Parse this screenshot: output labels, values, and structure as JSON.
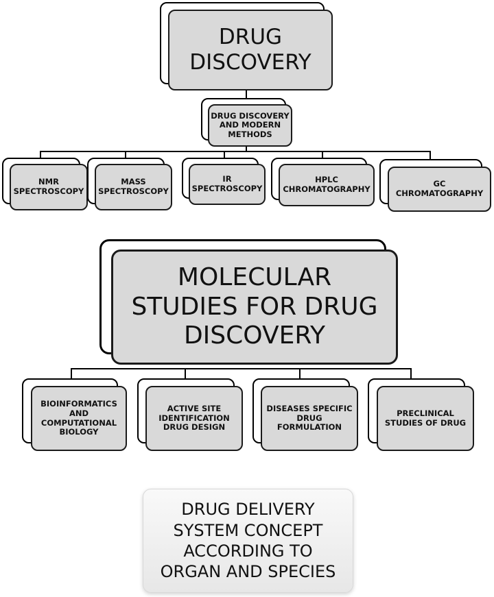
{
  "nodes": {
    "drug_discovery": "DRUG\nDISCOVERY",
    "modern_methods": "DRUG DISCOVERY\nAND MODERN\nMETHODS",
    "nmr": "NMR\nSPECTROSCOPY",
    "mass": "MASS\nSPECTROSCOPY",
    "ir": "IR\nSPECTROSCOPY",
    "hplc": "HPLC\nCHROMATOGRAPHY",
    "gc": "GC CHROMATOGRAPHY",
    "molecular": "MOLECULAR\nSTUDIES FOR DRUG\nDISCOVERY",
    "bioinformatics": "BIOINFORMATICS\nAND\nCOMPUTATIONAL\nBIOLOGY",
    "active_site": "ACTIVE SITE\nIDENTIFICATION\nDRUG DESIGN",
    "diseases": "DISEASES SPECIFIC\nDRUG\nFORMULATION",
    "preclinical": "PRECLINICAL\nSTUDIES OF DRUG",
    "delivery": "DRUG DELIVERY\nSYSTEM CONCEPT\nACCORDING TO\nORGAN AND SPECIES"
  },
  "edges": [
    [
      "drug_discovery",
      "modern_methods"
    ],
    [
      "modern_methods",
      "nmr"
    ],
    [
      "modern_methods",
      "mass"
    ],
    [
      "modern_methods",
      "ir"
    ],
    [
      "modern_methods",
      "hplc"
    ],
    [
      "modern_methods",
      "gc"
    ],
    [
      "molecular",
      "bioinformatics"
    ],
    [
      "molecular",
      "active_site"
    ],
    [
      "molecular",
      "diseases"
    ],
    [
      "molecular",
      "preclinical"
    ]
  ]
}
